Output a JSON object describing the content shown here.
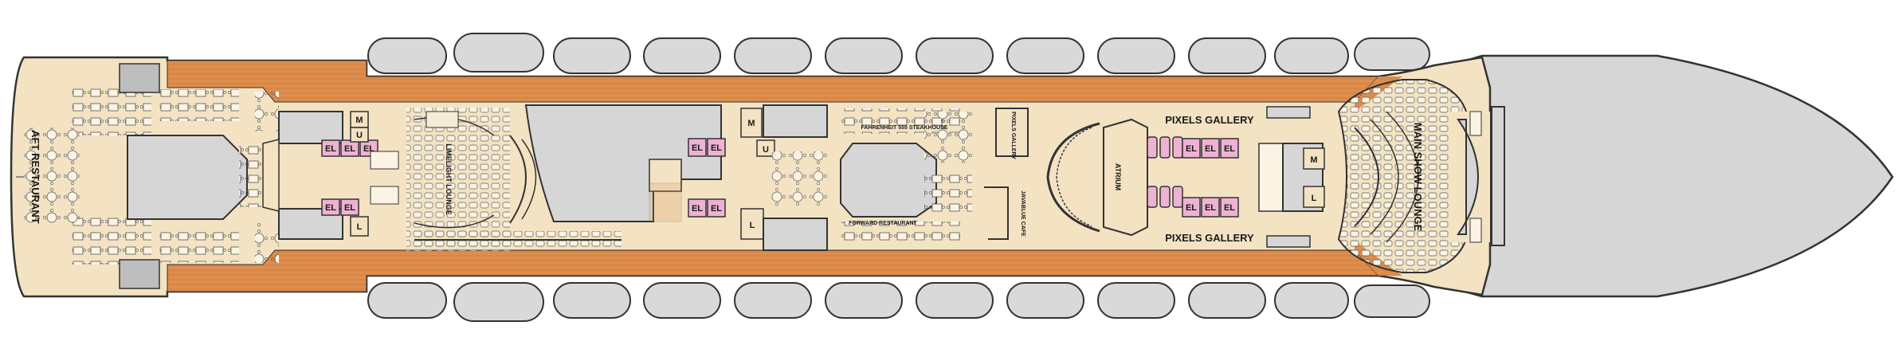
{
  "venues": {
    "aft_restaurant": "AFT RESTAURANT",
    "limelight_lounge": "LIMELIGHT LOUNGE",
    "fahrenheit": "FAHRENHEIT 555 STEAKHOUSE",
    "forward_restaurant": "FORWARD RESTAURANT",
    "pixels_gallery_small": "PIXELS GALLERY",
    "javablue_cafe": "JAVABLUE CAFE",
    "atrium": "ATRIUM",
    "pixels_gallery_top": "PIXELS GALLERY",
    "pixels_gallery_bottom": "PIXELS GALLERY",
    "main_show_lounge": "MAIN SHOW LOUNGE"
  },
  "markers": {
    "elevator": "EL",
    "men": "M",
    "ladies": "L",
    "unisex": "U"
  },
  "colors": {
    "interior": "#f3e3c3",
    "promenade": "#dd8a4a",
    "lifeboat": "#d9d9d9",
    "elevator": "#eeb2d3",
    "outline": "#3a3a3a",
    "bow": "#d6d6d6"
  }
}
